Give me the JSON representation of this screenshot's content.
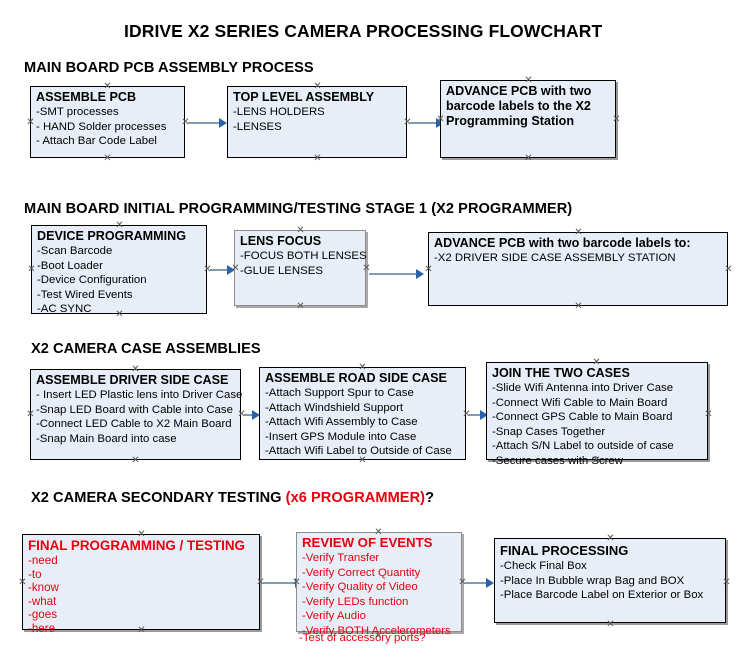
{
  "document": {
    "title": "IDRIVE X2  SERIES CAMERA PROCESSING FLOWCHART"
  },
  "sections": [
    {
      "id": "main-board-pcb-assembly",
      "heading": "MAIN BOARD PCB ASSEMBLY PROCESS",
      "heading_accent": "",
      "heading_tail": "",
      "nodes": [
        {
          "id": "assemble-pcb",
          "title": "ASSEMBLE PCB",
          "lines": [
            "-SMT processes",
            "- HAND Solder processes",
            "- Attach Bar Code Label"
          ]
        },
        {
          "id": "top-level-assembly",
          "title": "TOP LEVEL ASSEMBLY",
          "lines": [
            "-LENS HOLDERS",
            "-LENSES"
          ]
        },
        {
          "id": "advance-pcb-to-x2-programming-station",
          "title": "ADVANCE PCB with two barcode labels to the  X2 Programming Station",
          "lines": []
        }
      ]
    },
    {
      "id": "main-board-initial-programming",
      "heading": "MAIN BOARD INITIAL PROGRAMMING/TESTING STAGE 1 (X2 PROGRAMMER)",
      "heading_accent": "",
      "heading_tail": "",
      "nodes": [
        {
          "id": "device-programming",
          "title": "DEVICE PROGRAMMING",
          "lines": [
            "-Scan Barcode",
            "-Boot Loader",
            "-Device Configuration",
            "-Test Wired Events",
            "-AC SYNC"
          ]
        },
        {
          "id": "lens-focus",
          "title": "LENS FOCUS",
          "lines": [
            "-FOCUS BOTH LENSES",
            "-GLUE LENSES"
          ]
        },
        {
          "id": "advance-pcb-to-driver-side-case-station",
          "title": "ADVANCE PCB with two barcode labels to:",
          "lines": [
            "-X2 DRIVER  SIDE  CASE  ASSEMBLY STATION"
          ]
        }
      ]
    },
    {
      "id": "x2-camera-case-assemblies",
      "heading": "X2 CAMERA CASE ASSEMBLIES",
      "heading_accent": "",
      "heading_tail": "",
      "nodes": [
        {
          "id": "assemble-driver-side-case",
          "title": "ASSEMBLE DRIVER SIDE CASE",
          "lines": [
            "- Insert LED Plastic lens into Driver Case",
            "-Snap LED Board with Cable into Case",
            "-Connect LED Cable to X2 Main Board",
            "-Snap Main Board into case"
          ]
        },
        {
          "id": "assemble-road-side-case",
          "title": "ASSEMBLE ROAD SIDE CASE",
          "lines": [
            "-Attach Support Spur to Case",
            "-Attach Windshield Support",
            "-Attach Wifi Assembly to Case",
            "-Insert GPS Module into Case",
            "-Attach Wifi Label to Outside of Case"
          ]
        },
        {
          "id": "join-the-two-cases",
          "title": "JOIN THE TWO CASES",
          "lines": [
            "-Slide Wifi Antenna into Driver Case",
            "-Connect Wifi Cable to Main Board",
            "-Connect GPS Cable to Main Board",
            "-Snap Cases Together",
            "-Attach S/N Label to outside of case",
            "-Secure cases with Screw"
          ]
        }
      ]
    },
    {
      "id": "x2-camera-secondary-testing",
      "heading": "X2 CAMERA SECONDARY TESTING ",
      "heading_accent": "(x6 PROGRAMMER)",
      "heading_tail": "?",
      "nodes": [
        {
          "id": "final-programming-testing",
          "title": "FINAL PROGRAMMING / TESTING",
          "lines": [
            "-need",
            "-to",
            "-know",
            "-what",
            "-goes",
            "-here"
          ]
        },
        {
          "id": "review-of-events",
          "title": "REVIEW OF EVENTS",
          "lines": [
            "-Verify Transfer",
            "-Verify Correct Quantity",
            "-Verify Quality of Video",
            "-Verify LEDs function",
            "-Verify Audio",
            "-Verify BOTH Accelerometers"
          ],
          "overflow_line": "-Test of accessory ports?"
        },
        {
          "id": "final-processing",
          "title": "FINAL PROCESSING",
          "lines": [
            " -Check Final Box",
            "-Place In Bubble wrap Bag and BOX",
            "-Place Barcode Label on Exterior or Box"
          ]
        }
      ]
    }
  ],
  "colors": {
    "node_fill": "#e8eef7",
    "node_border": "#000000",
    "accent_red": "#e8000d",
    "connector": "#7d9cb5",
    "arrowhead": "#2a62a8",
    "handle": "#5a5a5a"
  }
}
